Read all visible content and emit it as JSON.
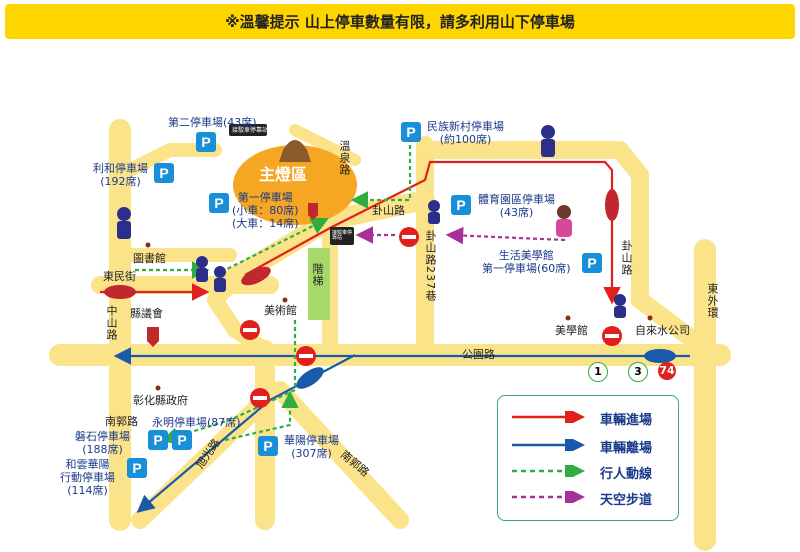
{
  "banner": "※溫馨提示 山上停車數量有限，請多利用山下停車場",
  "colors": {
    "road": "#fbe38a",
    "entry": "#e0201c",
    "exit": "#1a5aa8",
    "walk": "#2fae3f",
    "skywalk": "#a8309a",
    "parking": "#1a8fd9",
    "lantern_area": "#f5a623"
  },
  "main_area": "主燈區",
  "parking": {
    "p1": "第一停車場",
    "p1_small": "(小車：80席)",
    "p1_large": "(大車：14席)",
    "p2": "第二停車場(43席)",
    "lihe": "利和停車場",
    "lihe_count": "(192席)",
    "minzu": "民族新村停車場",
    "minzu_count": "(約100席)",
    "tiyu": "體育園區停車場",
    "tiyu_count": "(43席)",
    "meixue1": "生活美學館",
    "meixue2": "第一停車場(60席)",
    "yongming": "永明停車場(87席)",
    "panshi": "磐石停車場",
    "panshi_count": "(188席)",
    "hefeng1": "和雲華陽",
    "hefeng2": "行動停車場",
    "hefeng_count": "(114席)",
    "huayang": "華陽停車場",
    "huayang_count": "(307席)",
    "p_symbol": "P"
  },
  "places": {
    "library": "圖書館",
    "council": "縣議會",
    "art_museum": "美術館",
    "county_gov": "彰化縣政府",
    "meixue_hall": "美學館",
    "water_co": "自來水公司",
    "stairs": "階梯",
    "shuttle1": "接駁車停靠站",
    "shuttle2": "接駁車停靠站"
  },
  "roads": {
    "dongmin": "東民街",
    "zhongshan": "中山路",
    "gongyuan": "公園路",
    "guashan": "卦山路",
    "guashan2": "卦山路",
    "lane237": "卦山路237巷",
    "wenjing": "溫泉路",
    "nanguo": "南郭路",
    "nanguo2": "南郭路",
    "xuguang": "旭光路",
    "dongwai": "東外環"
  },
  "route_shields": [
    "1",
    "3",
    "74"
  ],
  "legend": [
    {
      "label": "車輛進場",
      "color": "#e0201c",
      "style": "solid"
    },
    {
      "label": "車輛離場",
      "color": "#1a5aa8",
      "style": "solid"
    },
    {
      "label": "行人動線",
      "color": "#2fae3f",
      "style": "dashed"
    },
    {
      "label": "天空步道",
      "color": "#a8309a",
      "style": "dashed"
    }
  ]
}
